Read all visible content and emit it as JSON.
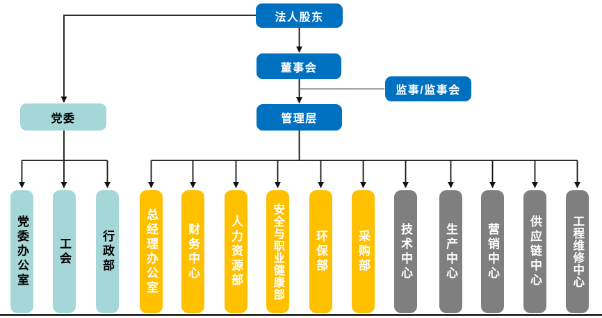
{
  "org_chart": {
    "nodes": {
      "legal_shareholders": "法人股东",
      "board_of_directors": "董事会",
      "supervisory_board": "监事/监事会",
      "management": "管理层",
      "party_committee": "党委"
    },
    "party_branches": [
      {
        "label": "党委办公室"
      },
      {
        "label": "工会"
      },
      {
        "label": "行政部"
      }
    ],
    "management_branches": [
      {
        "label": "总经理办公室",
        "group": "department"
      },
      {
        "label": "财务中心",
        "group": "department"
      },
      {
        "label": "人力资源部",
        "group": "department"
      },
      {
        "label": "安全与职业健康部",
        "group": "department"
      },
      {
        "label": "环保部",
        "group": "department"
      },
      {
        "label": "采购部",
        "group": "department"
      },
      {
        "label": "技术中心",
        "group": "center"
      },
      {
        "label": "生产中心",
        "group": "center"
      },
      {
        "label": "营销中心",
        "group": "center"
      },
      {
        "label": "供应链中心",
        "group": "center"
      },
      {
        "label": "工程维修中心",
        "group": "center"
      }
    ],
    "colors": {
      "primary_blue": "#0070C0",
      "party_teal": "#A6D7D8",
      "department_orange": "#FFC000",
      "center_gray": "#7F7F7F",
      "connector_black": "#111111",
      "supervisor_connector_gray": "#808080"
    }
  }
}
